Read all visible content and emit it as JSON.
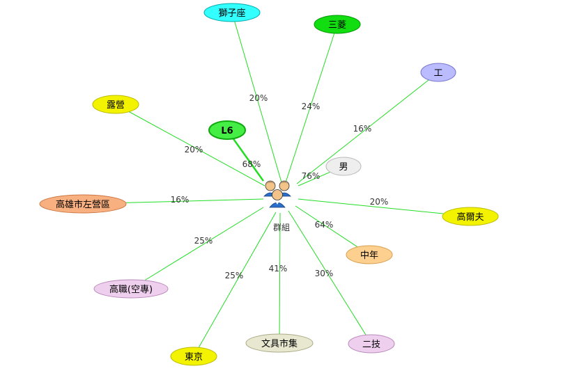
{
  "center": {
    "label": "群組",
    "icon": "group-people-icon"
  },
  "colors": {
    "edge": "#22dd22"
  },
  "nodes": [
    {
      "id": "shizizuo",
      "label": "獅子座",
      "pct": "20%",
      "fill": "#33ffff",
      "stroke": "#00aaaa"
    },
    {
      "id": "sanling",
      "label": "三菱",
      "pct": "24%",
      "fill": "#11dd11",
      "stroke": "#009900"
    },
    {
      "id": "gong",
      "label": "工",
      "pct": "16%",
      "fill": "#bbbbff",
      "stroke": "#7777cc"
    },
    {
      "id": "luying",
      "label": "露營",
      "pct": "20%",
      "fill": "#f3f300",
      "stroke": "#bbbb00"
    },
    {
      "id": "l6",
      "label": "L6",
      "pct": "68%",
      "fill": "#44ee44",
      "stroke": "#11aa11",
      "bold": true,
      "strong": true
    },
    {
      "id": "nan",
      "label": "男",
      "pct": "76%",
      "fill": "#eeeeee",
      "stroke": "#bbbbbb"
    },
    {
      "id": "kaohsiung",
      "label": "高雄市左營區",
      "pct": "16%",
      "fill": "#f9b080",
      "stroke": "#cc7744"
    },
    {
      "id": "golf",
      "label": "高爾夫",
      "pct": "20%",
      "fill": "#f3f300",
      "stroke": "#bbbb00"
    },
    {
      "id": "zhongnian",
      "label": "中年",
      "pct": "64%",
      "fill": "#fdd090",
      "stroke": "#d9a050"
    },
    {
      "id": "gaozhi",
      "label": "高職(空專)",
      "pct": "25%",
      "fill": "#eed0ee",
      "stroke": "#bb88bb"
    },
    {
      "id": "dongjing",
      "label": "東京",
      "pct": "25%",
      "fill": "#f3f300",
      "stroke": "#bbbb00"
    },
    {
      "id": "wenju",
      "label": "文具市集",
      "pct": "41%",
      "fill": "#e8e8d0",
      "stroke": "#aaaa88"
    },
    {
      "id": "erji",
      "label": "二技",
      "pct": "30%",
      "fill": "#eed0ee",
      "stroke": "#bb88bb"
    }
  ]
}
